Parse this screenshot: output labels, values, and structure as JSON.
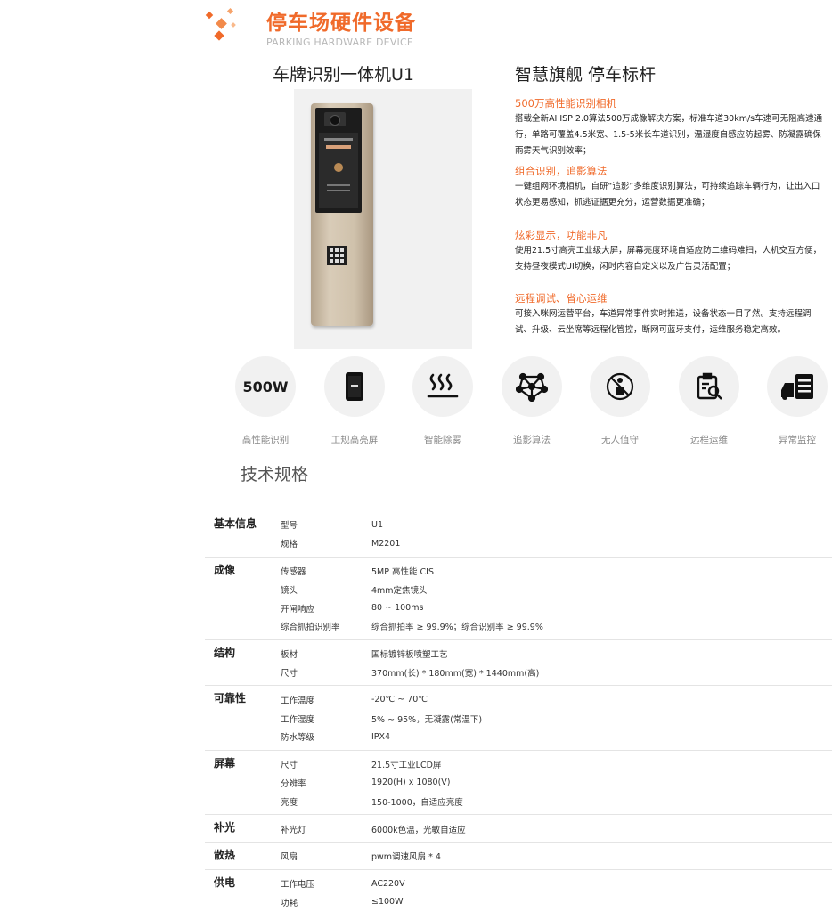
{
  "header": {
    "title": "停车场硬件设备",
    "subtitle": "PARKING HARDWARE DEVICE"
  },
  "product": {
    "name": "车牌识别一体机U1",
    "tagline": "智慧旗舰 停车标杆"
  },
  "features": [
    {
      "title": "500万高性能识别相机",
      "desc": "搭载全新AI ISP 2.0算法500万成像解决方案，标准车道30km/s车速可无阻高速通行，单路可覆盖4.5米宽、1.5-5米长车道识别，温湿度自感应防起雾、防凝露确保雨雾天气识别效率；"
    },
    {
      "title": "组合识别，追影算法",
      "desc": "一键组网环境相机，自研“追影”多维度识别算法，可持续追踪车辆行为，让出入口状态更易感知，抓逃证据更充分，运营数据更准确；"
    },
    {
      "title": "炫彩显示，功能非凡",
      "desc": "使用21.5寸高亮工业级大屏，屏幕亮度环境自适应防二维码难扫，人机交互方便，支持昼夜模式UI切换，闲时内容自定义以及广告灵活配置；"
    },
    {
      "title": "远程调试、省心运维",
      "desc": "可接入咪网运营平台，车道异常事件实时推送，设备状态一目了然。支持远程调试、升级、云坐席等远程化管控，断网可蓝牙支付，运维服务稳定高效。"
    }
  ],
  "icons": [
    {
      "name": "500w",
      "text": "500W",
      "label": "高性能识别"
    },
    {
      "name": "screen",
      "label": "工规高亮屏"
    },
    {
      "name": "defog",
      "label": "智能除雾"
    },
    {
      "name": "tracking",
      "label": "追影算法"
    },
    {
      "name": "unattended",
      "label": "无人值守"
    },
    {
      "name": "remote",
      "label": "远程运维"
    },
    {
      "name": "monitor",
      "label": "异常监控"
    }
  ],
  "spec": {
    "heading": "技术规格",
    "groups": [
      {
        "category": "基本信息",
        "rows": [
          {
            "k": "型号",
            "v": "U1"
          },
          {
            "k": "规格",
            "v": "M2201"
          }
        ]
      },
      {
        "category": "成像",
        "rows": [
          {
            "k": "传感器",
            "v": "5MP 高性能 CIS"
          },
          {
            "k": "镜头",
            "v": "4mm定焦镜头"
          },
          {
            "k": "开闸响应",
            "v": "80 ~ 100ms"
          },
          {
            "k": "综合抓拍识别率",
            "v": "综合抓拍率 ≥ 99.9%；综合识别率 ≥ 99.9%"
          }
        ]
      },
      {
        "category": "结构",
        "rows": [
          {
            "k": "板材",
            "v": "国标镀锌板喷塑工艺"
          },
          {
            "k": "尺寸",
            "v": "370mm(长) * 180mm(宽) * 1440mm(高)"
          }
        ]
      },
      {
        "category": "可靠性",
        "rows": [
          {
            "k": "工作温度",
            "v": "-20℃ ~ 70℃"
          },
          {
            "k": "工作湿度",
            "v": "5% ~ 95%，无凝露(常温下)"
          },
          {
            "k": "防水等级",
            "v": "IPX4"
          }
        ]
      },
      {
        "category": "屏幕",
        "rows": [
          {
            "k": "尺寸",
            "v": "21.5寸工业LCD屏"
          },
          {
            "k": "分辨率",
            "v": "1920(H) x 1080(V)"
          },
          {
            "k": "亮度",
            "v": "150-1000，自适应亮度"
          }
        ]
      },
      {
        "category": "补光",
        "rows": [
          {
            "k": "补光灯",
            "v": "6000k色温，光敏自适应"
          }
        ]
      },
      {
        "category": "散热",
        "rows": [
          {
            "k": "风扇",
            "v": "pwm调速风扇 * 4"
          }
        ]
      },
      {
        "category": "供电",
        "rows": [
          {
            "k": "工作电压",
            "v": "AC220V"
          },
          {
            "k": "功耗",
            "v": "≤100W"
          }
        ]
      }
    ]
  }
}
